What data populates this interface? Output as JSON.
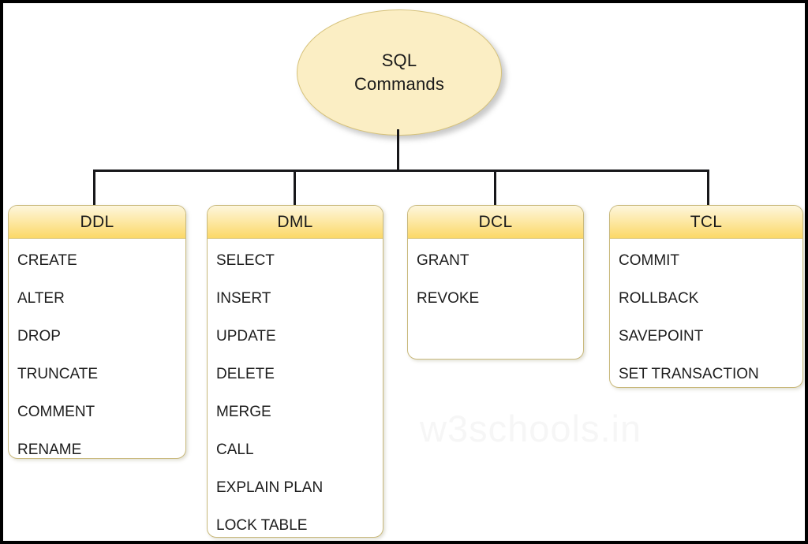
{
  "diagram": {
    "root": {
      "label": "SQL\nCommands",
      "shape": "ellipse",
      "fill_color": "#fbeec4",
      "border_color": "#d6c27a"
    },
    "watermark": "w3schools.in",
    "colors": {
      "header_gradient_top": "#fdf6dc",
      "header_gradient_bottom": "#fbd867",
      "box_border": "#c9b97c",
      "connector": "#17171a",
      "frame_border": "#000000",
      "background": "#ffffff",
      "watermark_color": "#f6f6f6"
    },
    "categories": [
      {
        "key": "ddl",
        "header": "DDL",
        "items": [
          "CREATE",
          "ALTER",
          "DROP",
          "TRUNCATE",
          "COMMENT",
          "RENAME"
        ]
      },
      {
        "key": "dml",
        "header": "DML",
        "items": [
          "SELECT",
          "INSERT",
          "UPDATE",
          "DELETE",
          "MERGE",
          "CALL",
          "EXPLAIN PLAN",
          "LOCK TABLE"
        ]
      },
      {
        "key": "dcl",
        "header": "DCL",
        "items": [
          "GRANT",
          "REVOKE"
        ]
      },
      {
        "key": "tcl",
        "header": "TCL",
        "items": [
          "COMMIT",
          "ROLLBACK",
          "SAVEPOINT",
          "SET TRANSACTION"
        ]
      }
    ]
  }
}
